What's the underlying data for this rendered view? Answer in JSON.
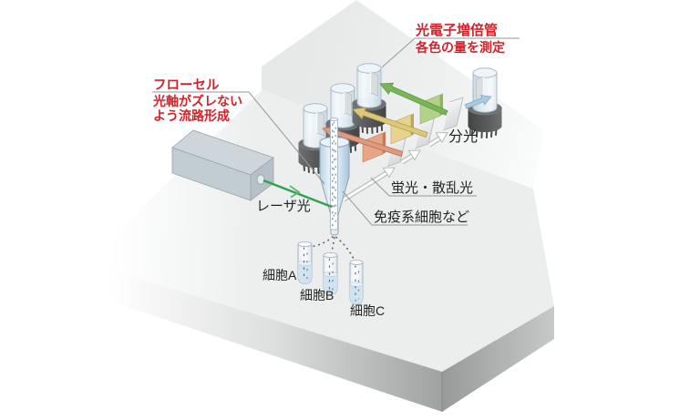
{
  "diagram_title": "flow-cytometer-schematic",
  "annotations": {
    "pmt_label": {
      "line1": "光電子増倍管",
      "line2": "各色の量を測定"
    },
    "flow_cell_label": {
      "line1": "フローセル",
      "line2": "光軸がズレない",
      "line3": "よう流路形成"
    },
    "laser_label": "レーザ光",
    "split_label": "分光",
    "fluor_label": "蛍光・散乱光",
    "cells_label": "免疫系細胞など",
    "tube_a_label": "細胞A",
    "tube_b_label": "細胞B",
    "tube_c_label": "細胞C"
  },
  "colors": {
    "label_red": "#d2232a",
    "text_black": "#232323",
    "laser_green": "#2fa24b",
    "laser_chevron": "#57b474",
    "filter_salmon": "#e5a586",
    "filter_salmon_edge": "#c47a5c",
    "arrow_salmon": "#de9a7c",
    "filter_yellow": "#e7d28f",
    "filter_yellow_edge": "#bfa558",
    "arrow_yellow": "#dcc878",
    "filter_green": "#b3d189",
    "filter_green_edge": "#8bb65e",
    "arrow_green": "#79b558",
    "arrow_blue": "#aacbdf"
  }
}
